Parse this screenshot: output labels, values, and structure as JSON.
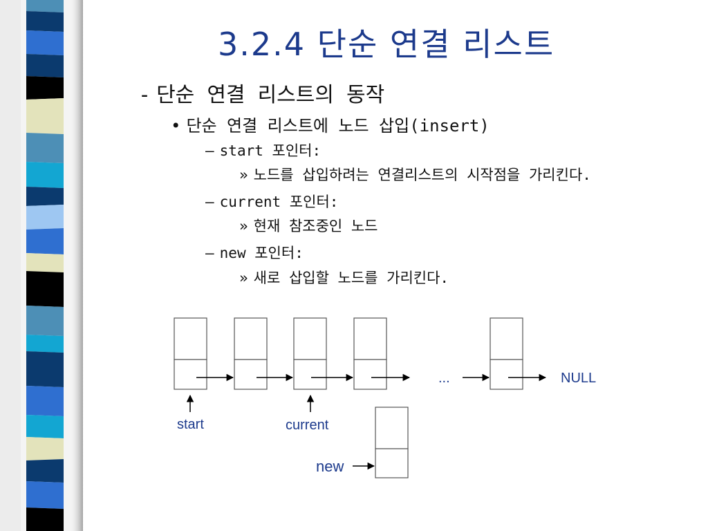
{
  "slide": {
    "title": "3.2.4 단순 연결 리스트",
    "heading": {
      "marker": "-",
      "text": "단순 연결 리스트의 동작"
    },
    "bullet": {
      "marker": "•",
      "text": "단순 연결 리스트에 노드 삽입(insert)"
    },
    "items": [
      {
        "marker": "–",
        "text": "start 포인터:"
      },
      {
        "marker": "»",
        "text": "노드를 삽입하려는 연결리스트의 시작점을 가리킨다."
      },
      {
        "marker": "–",
        "text": "current 포인터:"
      },
      {
        "marker": "»",
        "text": "현재 참조중인 노드"
      },
      {
        "marker": "–",
        "text": "new 포인터:"
      },
      {
        "marker": "»",
        "text": "새로 삽입할 노드를 가리킨다."
      }
    ]
  },
  "diagram": {
    "ellipsis": "...",
    "null_label": "NULL",
    "start_label": "start",
    "current_label": "current",
    "new_label": "new"
  },
  "theme": {
    "title_color": "#1c3a8c",
    "label_color": "#1c3a8c",
    "text_color": "#111111",
    "stripe_colors": [
      "#0b3a6e",
      "#2f6fd0",
      "#e3e3bb",
      "#000000",
      "#4d8fb6",
      "#13a6d2",
      "#f2f2f2"
    ]
  }
}
